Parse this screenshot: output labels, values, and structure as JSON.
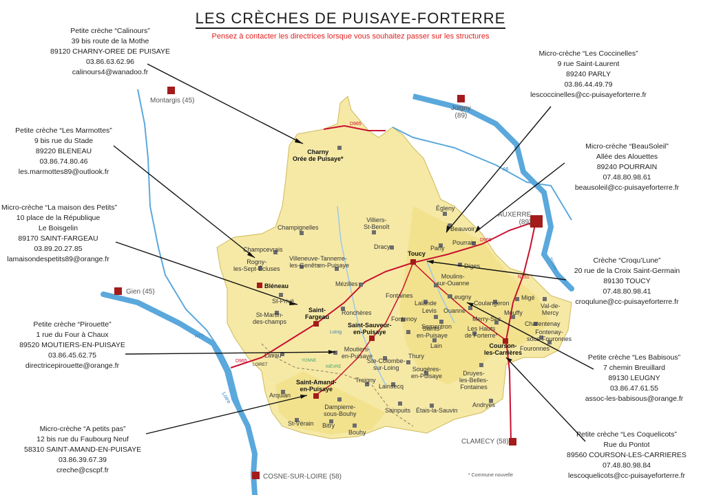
{
  "header": {
    "title": "LES CRÈCHES DE PUISAYE-FORTERRE",
    "subtitle": "Pensez à contacter les directrices lorsque vous souhaitez passer sur les structures"
  },
  "colors": {
    "territory": "#f6e9a6",
    "river": "#5aa8dc",
    "road_red": "#c8102e",
    "marker_red": "#a31b1b",
    "highway": "#5aa8dc",
    "title": "#1d1d1d",
    "subtitle": "#e02020"
  },
  "creches": [
    {
      "id": "calinours",
      "lines": [
        "Petite crèche “Calinours”",
        "39 bis route de la Mothe",
        "89120 CHARNY-OREE DE PUISAYE",
        "03.86.63.62.96",
        "calinours4@wanadoo.fr"
      ]
    },
    {
      "id": "marmottes",
      "lines": [
        "Petite crèche “Les Marmottes”",
        "9 bis rue du Stade",
        "89220 BLENEAU",
        "03.86.74.80.46",
        "les.marmottes89@outlook.fr"
      ]
    },
    {
      "id": "maison-petits",
      "lines": [
        "Micro-crèche “La maison des Petits”",
        "10 place de la République",
        "Le Boisgelin",
        "89170 SAINT-FARGEAU",
        "03.89.20.27.85",
        "lamaisondespetits89@orange.fr"
      ]
    },
    {
      "id": "pirouette",
      "lines": [
        "Petite crèche “Pirouette”",
        "1 rue du Four à Chaux",
        "89520 MOUTIERS-EN-PUISAYE",
        "03.86.45.62.75",
        "directricepirouette@orange.fr"
      ]
    },
    {
      "id": "petits-pas",
      "lines": [
        "Micro-crèche “A petits pas”",
        "12 bis rue du Faubourg Neuf",
        "58310 SAINT-AMAND-EN-PUISAYE",
        "03.86.39.67.39",
        "creche@cscpf.fr"
      ]
    },
    {
      "id": "coccinelles",
      "lines": [
        "Micro-crèche “Les Coccinelles”",
        "9 rue Saint-Laurent",
        "89240 PARLY",
        "03.86.44.49.79",
        "lescoccinelles@cc-puisayeforterre.fr"
      ]
    },
    {
      "id": "beausoleil",
      "lines": [
        "Micro-crèche “BeauSoleil”",
        "Allée des Alouettes",
        "89240 POURRAIN",
        "07.48.80.98.61",
        "beausoleil@cc-puisayeforterre.fr"
      ]
    },
    {
      "id": "croqu-lune",
      "lines": [
        "Crèche “Croqu’Lune”",
        "20 rue de la Croix Saint-Germain",
        "89130 TOUCY",
        "07.48.80.98.41",
        "croqulune@cc-puisayeforterre.fr"
      ]
    },
    {
      "id": "babisous",
      "lines": [
        "Petite crèche “Les Babisous”",
        "7 chemin Breuillard",
        "89130 LEUGNY",
        "03.86.47.61.55",
        "assoc-les-babisous@orange.fr"
      ]
    },
    {
      "id": "coquelicots",
      "lines": [
        "Petite crèche “Les Coquelicots”",
        "Rue du Pontot",
        "89560 COURSON-LES-CARRIERES",
        "07.48.80.98.84",
        "lescoquelicots@cc-puisayeforterre.fr"
      ]
    }
  ],
  "cities": [
    {
      "id": "montargis",
      "label": "Montargis (45)"
    },
    {
      "id": "joigny",
      "label": "Joigny\n(89)"
    },
    {
      "id": "auxerre",
      "label": "AUXERRE\n(89)"
    },
    {
      "id": "gien",
      "label": "Gien (45)"
    },
    {
      "id": "clamecy",
      "label": "CLAMECY (58)"
    },
    {
      "id": "cosne",
      "label": "COSNE-SUR-LOIRE (58)"
    }
  ],
  "towns_main": [
    "Charny\nOrée de Puisaye*",
    "Bléneau",
    "Saint-\nFargeau",
    "Toucy",
    "Saint-Sauveur-\nen-Puisaye",
    "Saint-Amand-\nen-Puisaye",
    "Courson-\nles-Carrières"
  ],
  "towns_minor": [
    "Champignelles",
    "Champcevrais",
    "Rogny-\nles-Sept-Écluses",
    "Villeneuve-\nles-Genêts",
    "Tannerre-\nen-Puisaye",
    "Villiers-\nSt-Benoît",
    "Dracy",
    "Égleny",
    "Beauvoir",
    "Parly",
    "Pourrain",
    "Diges",
    "Mézilles",
    "Fontaines",
    "Moulins-\nsur-Ouanne",
    "Lalande",
    "Leugny",
    "Coulangeron",
    "Migé",
    "Val-de-\nMercy",
    "Charentenay",
    "Fontenay-\nsous-Fouronnes",
    "Fouronnes",
    "Merry-Sec",
    "Mouffy",
    "Ouanne",
    "Levis",
    "Fontenoy",
    "Sementron",
    "Saints-\nen-Puisaye",
    "Lain",
    "Les Hauts\nde Forterre*",
    "St-Privé",
    "St-Martin-\ndes-champs",
    "Ronchères",
    "Lavau",
    "Moutiers-\nen-Puisaye",
    "Ste-Colombe-\nsur-Loing",
    "Thury",
    "Sougères-\nen-Puisaye",
    "Druyes-\nles-Belles-\nFontaines",
    "Treigny",
    "Lainsecq",
    "Arquian",
    "Dampierre-\nsous-Bouhy",
    "Sainpuits",
    "Étais-la-Sauvin",
    "Andryes",
    "St-Vérain",
    "Bitry",
    "Bouhy"
  ],
  "roads": [
    "D965",
    "D965",
    "D965",
    "A6",
    "A77",
    "N151"
  ],
  "rivers": [
    "Loire",
    "Loing",
    "Yonne",
    "NIÈVRE",
    "Yonne"
  ],
  "departments": [
    "YONNE",
    "LOIRET",
    "NIÈVRE"
  ],
  "footnote": "* Commune nouvelle"
}
